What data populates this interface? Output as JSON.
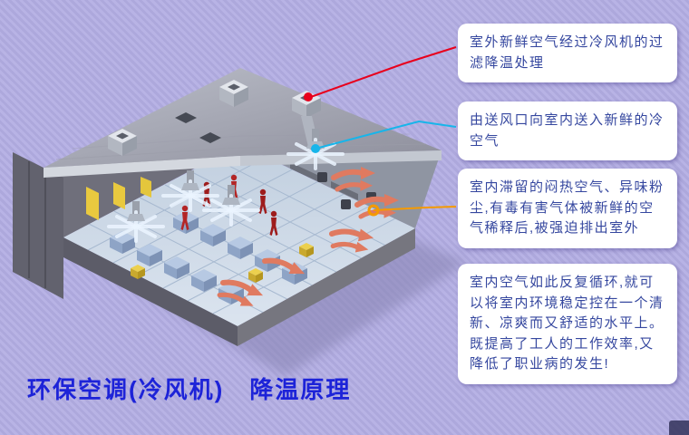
{
  "title": {
    "text": "环保空调(冷风机)　降温原理",
    "color": "#1d23d8"
  },
  "background": {
    "stripe_light": "#b8b3e5",
    "stripe_dark": "#ada8dc"
  },
  "callout_style": {
    "background": "#ffffff",
    "text_color": "#35479f"
  },
  "callouts": [
    {
      "text": "室外新鲜空气经过冷风机的过滤降温处理",
      "line_color": "#e8001c"
    },
    {
      "text": "由送风口向室内送入新鲜的冷空气",
      "line_color": "#17b5ea"
    },
    {
      "text": "室内滞留的闷热空气、异味粉尘,有毒有害气体被新鲜的空气稀释后,被强迫排出室外",
      "line_color": "#f59a00"
    },
    {
      "text": "室内空气如此反复循环,就可以将室内环境稳定控在一个清新、凉爽而又舒适的水平上。既提高了工人的工作效率,又降低了职业病的发生!",
      "line_color": null
    }
  ]
}
